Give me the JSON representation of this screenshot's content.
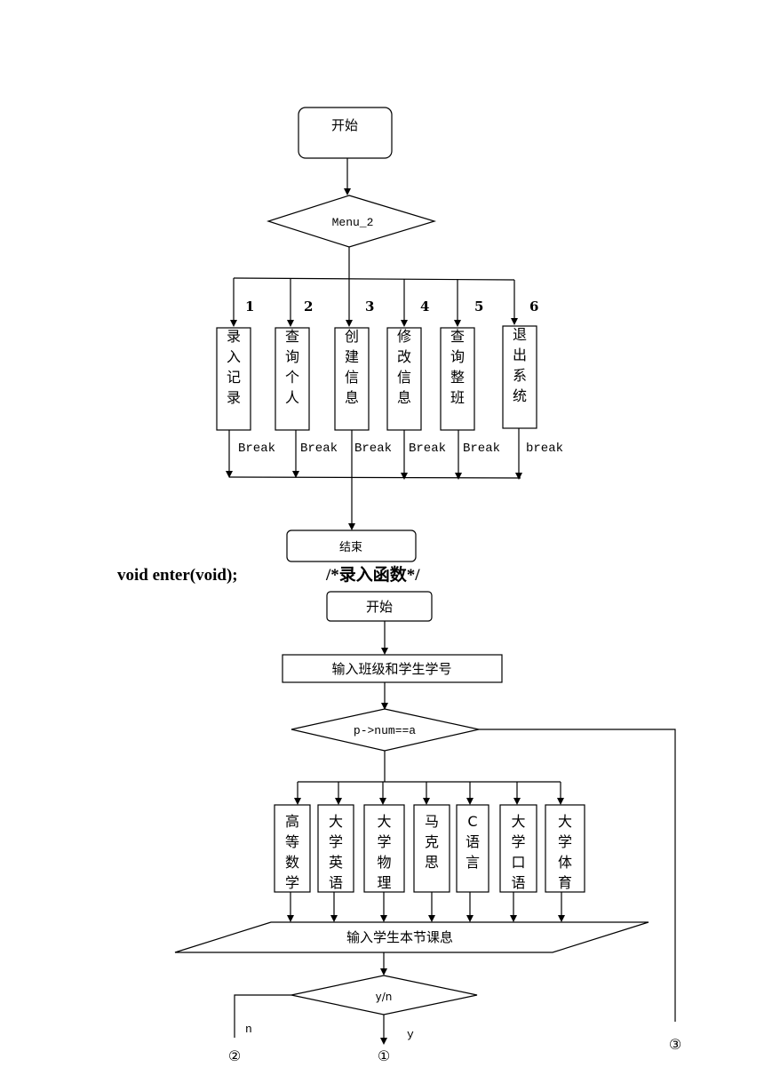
{
  "flow1": {
    "start": "开始",
    "decision": "Menu_2",
    "branches": [
      {
        "num": "1",
        "label": "录入记录",
        "exit": "Break"
      },
      {
        "num": "2",
        "label": "查询个人",
        "exit": "Break"
      },
      {
        "num": "3",
        "label": "创建信息",
        "exit": "Break"
      },
      {
        "num": "4",
        "label": "修改信息",
        "exit": "Break"
      },
      {
        "num": "5",
        "label": "查询整班",
        "exit": "Break"
      },
      {
        "num": "6",
        "label": "退出系统",
        "exit": "break"
      }
    ],
    "end": "结束"
  },
  "heading": {
    "code": "void enter(void);",
    "comment": "/*录入函数*/"
  },
  "flow2": {
    "start": "开始",
    "input": "输入班级和学生学号",
    "decision": "p->num==a",
    "courses": [
      "高等数学",
      "大学英语",
      "大学物理",
      "马克思",
      "C语言",
      "大学口语",
      "大学体育"
    ],
    "io": "输入学生本节课息",
    "decision2": "y/n",
    "no_label": "n",
    "yes_label": "y",
    "connectors": [
      "②",
      "①",
      "③"
    ]
  }
}
